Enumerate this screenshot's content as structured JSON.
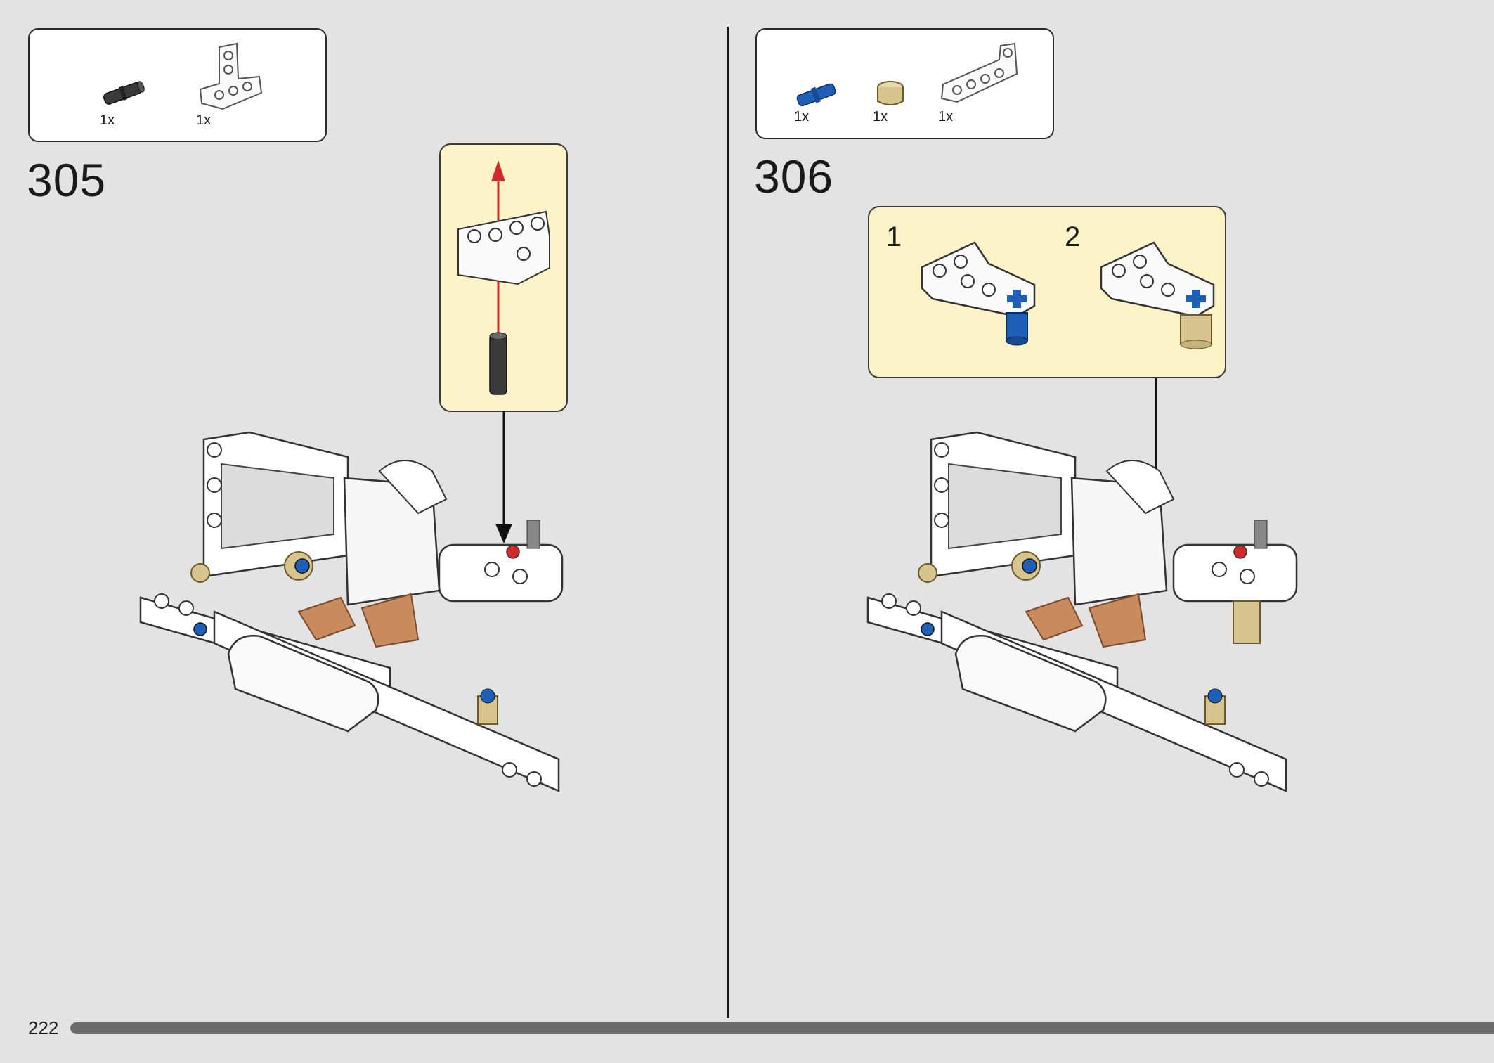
{
  "page": {
    "number": "222",
    "progress": 1.0
  },
  "steps": [
    {
      "number": "305",
      "parts": [
        {
          "name": "black-pin-with-friction",
          "qty": "1x",
          "color": "#3a3a3a"
        },
        {
          "name": "white-t-beam-3x3",
          "qty": "1x",
          "color": "#ffffff"
        }
      ]
    },
    {
      "number": "306",
      "parts": [
        {
          "name": "blue-axle-pin",
          "qty": "1x",
          "color": "#1f5fb8"
        },
        {
          "name": "tan-bush",
          "qty": "1x",
          "color": "#d8c48f"
        },
        {
          "name": "white-l-beam",
          "qty": "1x",
          "color": "#ffffff"
        }
      ],
      "substeps": [
        "1",
        "2"
      ]
    }
  ],
  "colors": {
    "background": "#e3e3e3",
    "callout": "#fcf3c9",
    "arrow_red": "#d22a2a",
    "progress": "#6b6b6b"
  }
}
